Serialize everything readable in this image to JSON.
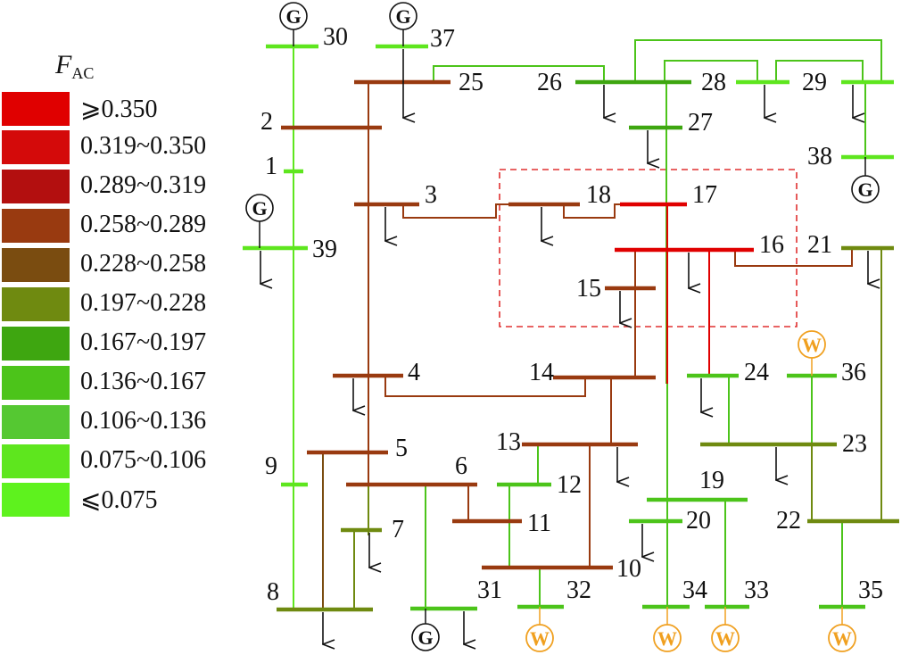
{
  "legend": {
    "title_main": "F",
    "title_sub": "AC",
    "items": [
      {
        "label": "⩾0.350",
        "color": "#e00000"
      },
      {
        "label": "0.319~0.350",
        "color": "#d40a0a"
      },
      {
        "label": "0.289~0.319",
        "color": "#b30f0f"
      },
      {
        "label": "0.258~0.289",
        "color": "#993a10"
      },
      {
        "label": "0.228~0.258",
        "color": "#7a4c10"
      },
      {
        "label": "0.197~0.228",
        "color": "#6f8a10"
      },
      {
        "label": "0.167~0.197",
        "color": "#3ea610"
      },
      {
        "label": "0.136~0.167",
        "color": "#4cc41a"
      },
      {
        "label": "0.106~0.136",
        "color": "#55c832"
      },
      {
        "label": "0.075~0.106",
        "color": "#5ee61e"
      },
      {
        "label": "⩽0.075",
        "color": "#5ef21e"
      }
    ]
  },
  "buses": [
    {
      "id": "30",
      "label": "30"
    },
    {
      "id": "37",
      "label": "37"
    },
    {
      "id": "25",
      "label": "25"
    },
    {
      "id": "26",
      "label": "26"
    },
    {
      "id": "28",
      "label": "28"
    },
    {
      "id": "29",
      "label": "29"
    },
    {
      "id": "2",
      "label": "2"
    },
    {
      "id": "27",
      "label": "27"
    },
    {
      "id": "1",
      "label": "1"
    },
    {
      "id": "38",
      "label": "38"
    },
    {
      "id": "3",
      "label": "3"
    },
    {
      "id": "18",
      "label": "18"
    },
    {
      "id": "17",
      "label": "17"
    },
    {
      "id": "39",
      "label": "39"
    },
    {
      "id": "16",
      "label": "16"
    },
    {
      "id": "21",
      "label": "21"
    },
    {
      "id": "15",
      "label": "15"
    },
    {
      "id": "4",
      "label": "4"
    },
    {
      "id": "14",
      "label": "14"
    },
    {
      "id": "24",
      "label": "24"
    },
    {
      "id": "36",
      "label": "36"
    },
    {
      "id": "5",
      "label": "5"
    },
    {
      "id": "13",
      "label": "13"
    },
    {
      "id": "23",
      "label": "23"
    },
    {
      "id": "9",
      "label": "9"
    },
    {
      "id": "6",
      "label": "6"
    },
    {
      "id": "12",
      "label": "12"
    },
    {
      "id": "19",
      "label": "19"
    },
    {
      "id": "7",
      "label": "7"
    },
    {
      "id": "11",
      "label": "11"
    },
    {
      "id": "20",
      "label": "20"
    },
    {
      "id": "22",
      "label": "22"
    },
    {
      "id": "10",
      "label": "10"
    },
    {
      "id": "8",
      "label": "8"
    },
    {
      "id": "31",
      "label": "31"
    },
    {
      "id": "32",
      "label": "32"
    },
    {
      "id": "34",
      "label": "34"
    },
    {
      "id": "33",
      "label": "33"
    },
    {
      "id": "35",
      "label": "35"
    }
  ],
  "symbols": {
    "generator": "G",
    "wind": "W"
  }
}
